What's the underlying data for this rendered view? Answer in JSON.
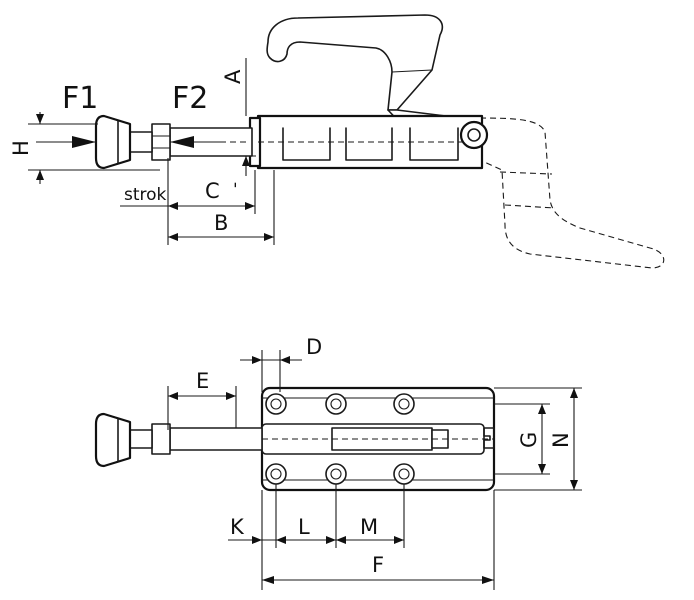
{
  "labels": {
    "f1": "F1",
    "f2": "F2",
    "h": "H",
    "a": "A",
    "strok": "strok",
    "c": "C",
    "b": "B",
    "d": "D",
    "e": "E",
    "g": "G",
    "n": "N",
    "k": "K",
    "l": "L",
    "m": "M",
    "f": "F"
  }
}
